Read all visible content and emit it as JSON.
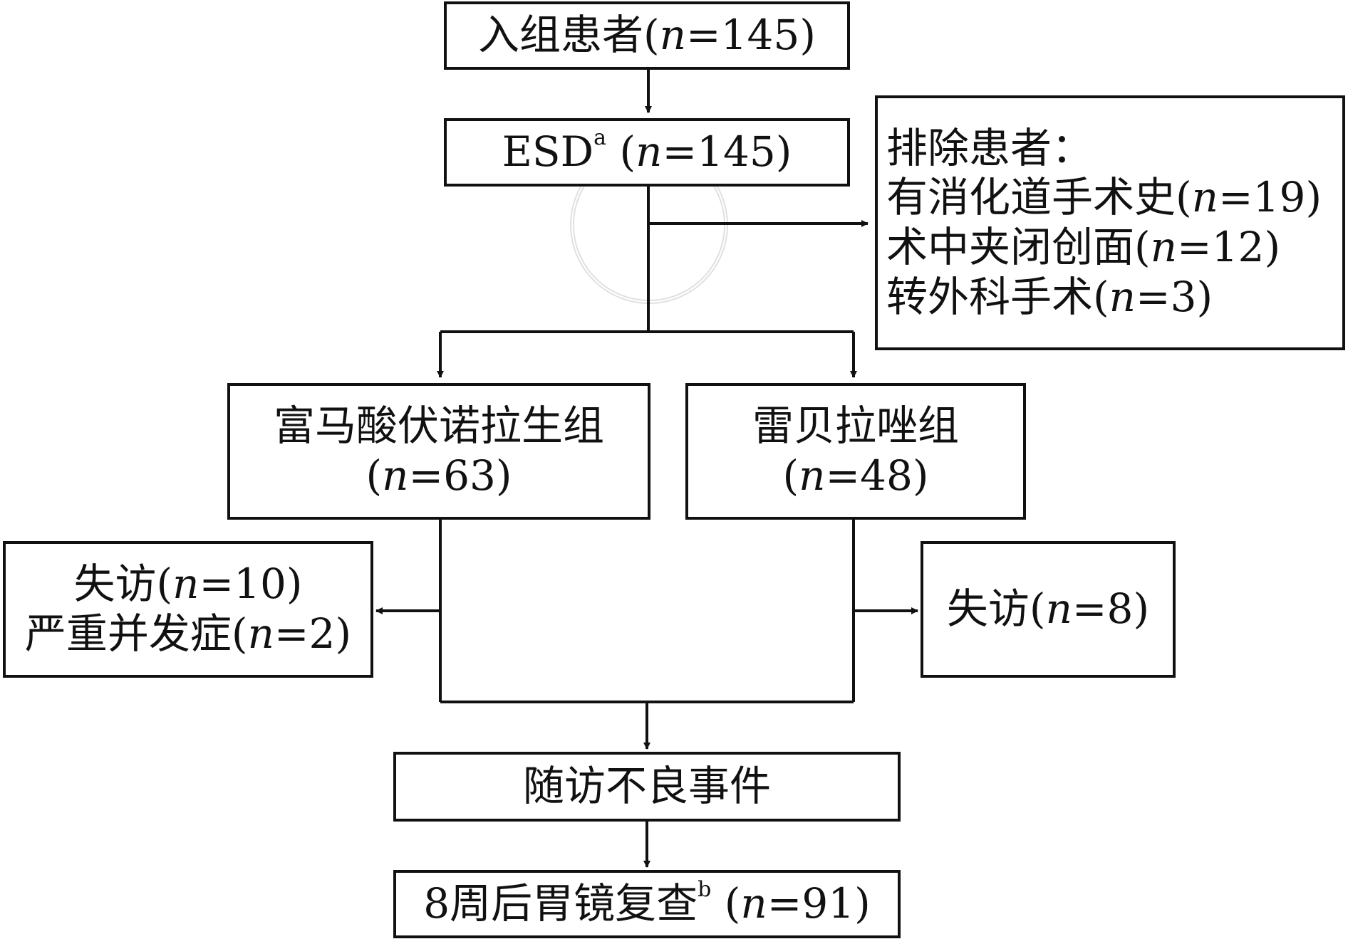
{
  "boxes": {
    "enrolled": {
      "label": "入组患者",
      "n": "145"
    },
    "esd": {
      "label": "ESD",
      "sup": "a",
      "n": "145"
    },
    "excluded": {
      "title": "排除患者：",
      "items": [
        {
          "label": "有消化道手术史",
          "n": "19"
        },
        {
          "label": "术中夹闭创面",
          "n": "12"
        },
        {
          "label": "转外科手术",
          "n": "3"
        }
      ]
    },
    "vonoprazan": {
      "label": "富马酸伏诺拉生组",
      "n": "63"
    },
    "rabeprazole": {
      "label": "雷贝拉唑组",
      "n": "48"
    },
    "lost_left": {
      "items": [
        {
          "label": "失访",
          "n": "10"
        },
        {
          "label": "严重并发症",
          "n": "2"
        }
      ]
    },
    "lost_right": {
      "label": "失访",
      "n": "8"
    },
    "followup": {
      "label": "随访不良事件"
    },
    "recheck": {
      "label": "8周后胃镜复查",
      "sup": "b",
      "n": "91"
    }
  },
  "n_symbol": "n"
}
